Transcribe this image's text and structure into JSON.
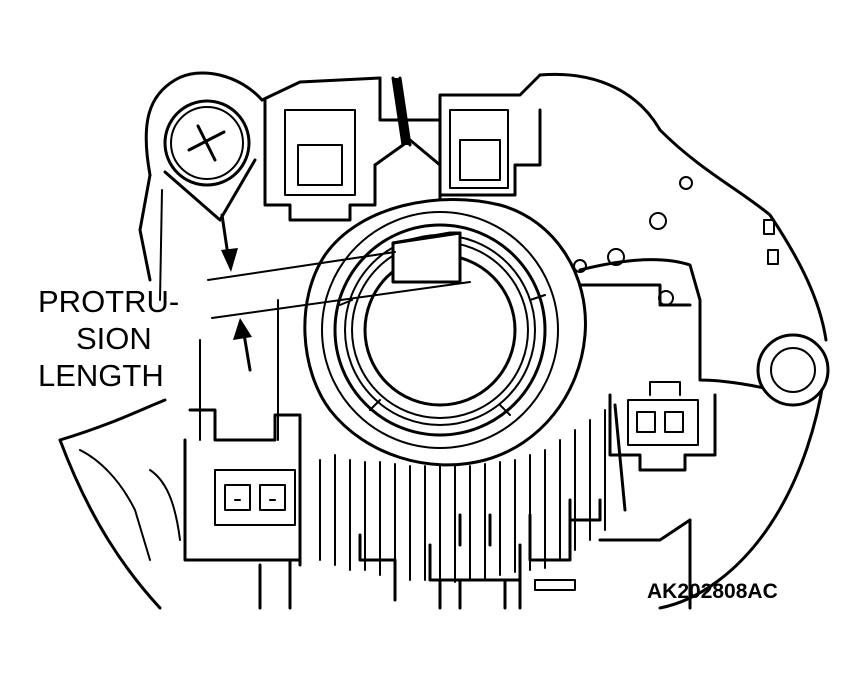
{
  "figure": {
    "callout_lines": [
      "PROTRU-",
      "SION",
      "LENGTH"
    ],
    "reference_code": "AK202808AC"
  }
}
